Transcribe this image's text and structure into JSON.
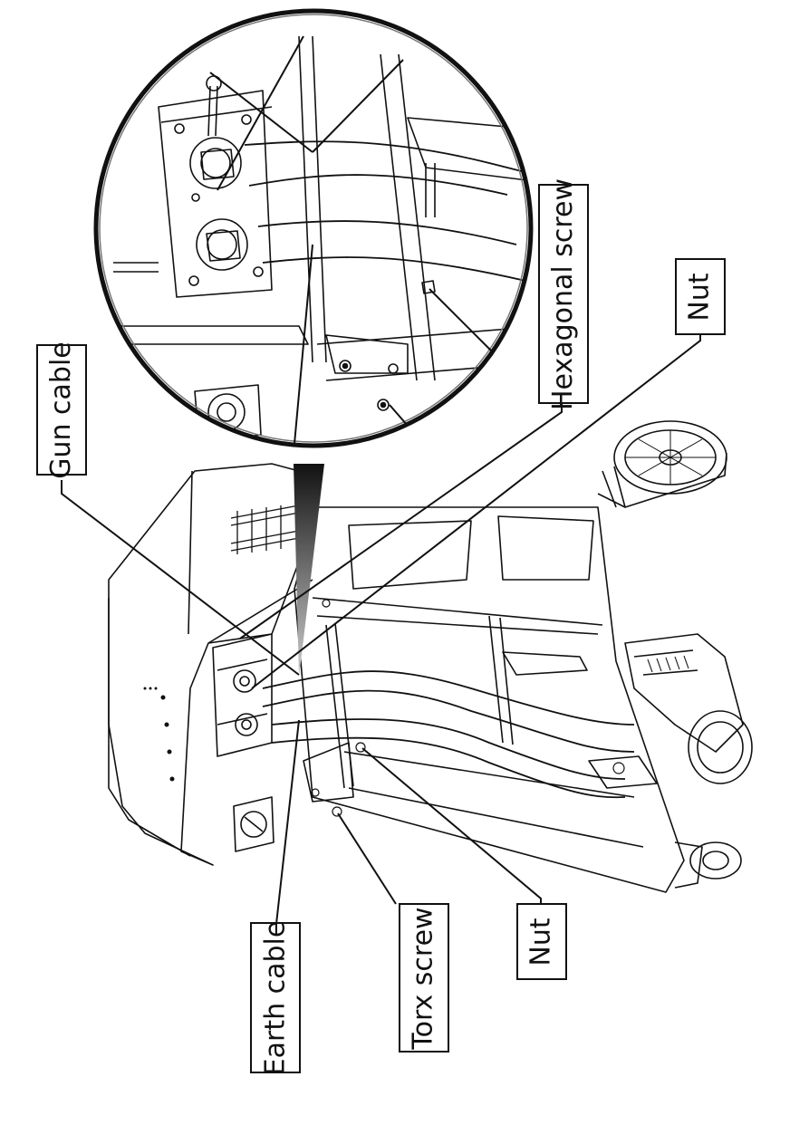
{
  "labels": {
    "gun_cable": "Gun cable",
    "hexagonal_screw": "Hexagonal screw",
    "nut_top": "Nut",
    "earth_cable": "Earth cable",
    "torx_screw": "Torx screw",
    "nut_bottom": "Nut"
  },
  "colors": {
    "ink": "#111111",
    "paper": "#ffffff",
    "shade": "#9a9a9a"
  }
}
